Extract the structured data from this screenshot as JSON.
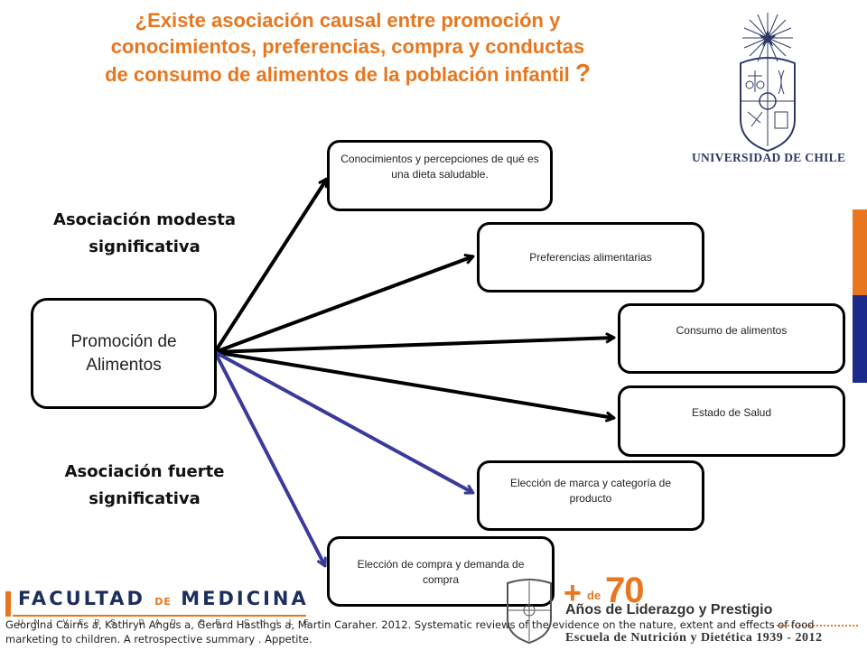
{
  "title": {
    "line1": "¿Existe asociación causal entre promoción y",
    "line2": "conocimientos, preferencias, compra y conductas",
    "line3": "de consumo de alimentos de la población infantil",
    "qmark": "?"
  },
  "labels": {
    "modest_line1": "Asociación modesta",
    "modest_line2": "significativa",
    "strong_line1": "Asociación fuerte",
    "strong_line2": "significativa"
  },
  "source_node": {
    "line1": "Promoción de",
    "line2": "Alimentos"
  },
  "targets": [
    {
      "text": "Conocimientos y percepciones de qué es una dieta saludable.",
      "association": "modesta"
    },
    {
      "text": "Preferencias alimentarias",
      "association": "modesta"
    },
    {
      "text": "Consumo de alimentos",
      "association": "modesta"
    },
    {
      "text": "Estado de Salud",
      "association": "modesta"
    },
    {
      "text": "Elección de marca y categoría de producto",
      "association": "fuerte"
    },
    {
      "text": "Elección de compra y demanda de compra",
      "association": "fuerte"
    }
  ],
  "colors": {
    "title": "#e8761e",
    "modest_arrow": "#000000",
    "strong_arrow": "#3a3a9c",
    "brand_blue": "#1c2e5c",
    "stripe_orange": "#e8761e",
    "stripe_blue": "#1c2a8c"
  },
  "logos": {
    "university": "UNIVERSIDAD DE CHILE",
    "faculty_a": "FACULTAD",
    "faculty_de": "DE",
    "faculty_b": "MEDICINA",
    "faculty_sub": "UNIVERSIDAD DE CHILE",
    "anniversary_plus": "+",
    "anniversary_de": "de",
    "anniversary_num": "70",
    "anniversary_text": "Años de Liderazgo y Prestigio",
    "school": "Escuela de Nutrición y Dietética 1939 - 2012"
  },
  "citation": "Georgina Cairns a, Kathryn Angus a, Gerard Hastings a, Martin Caraher. 2012. Systematic reviews of the evidence on the nature, extent and effects of food marketing to children. A retrospective summary . Appetite."
}
